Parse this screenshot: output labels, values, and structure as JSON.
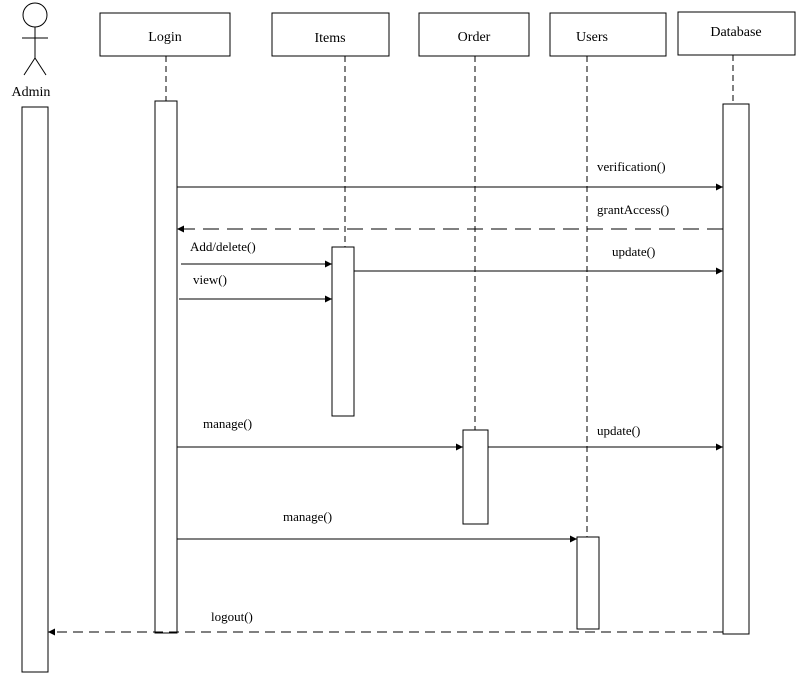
{
  "actor": {
    "name": "Admin"
  },
  "participants": [
    {
      "id": "login",
      "label": "Login"
    },
    {
      "id": "items",
      "label": "Items"
    },
    {
      "id": "order",
      "label": "Order"
    },
    {
      "id": "users",
      "label": "Users"
    },
    {
      "id": "database",
      "label": "Database"
    }
  ],
  "messages": [
    {
      "id": "verification",
      "label": "verification()",
      "from": "login",
      "to": "database",
      "style": "solid"
    },
    {
      "id": "grant_access",
      "label": "grantAccess()",
      "from": "database",
      "to": "login",
      "style": "dashed"
    },
    {
      "id": "add_delete",
      "label": "Add/delete()",
      "from": "login",
      "to": "items",
      "style": "solid"
    },
    {
      "id": "update_items",
      "label": "update()",
      "from": "items",
      "to": "database",
      "style": "solid"
    },
    {
      "id": "view",
      "label": "view()",
      "from": "login",
      "to": "items",
      "style": "solid"
    },
    {
      "id": "manage_order",
      "label": "manage()",
      "from": "login",
      "to": "order",
      "style": "solid"
    },
    {
      "id": "update_order",
      "label": "update()",
      "from": "order",
      "to": "database",
      "style": "solid"
    },
    {
      "id": "manage_users",
      "label": "manage()",
      "from": "login",
      "to": "users",
      "style": "solid"
    },
    {
      "id": "logout",
      "label": "logout()",
      "from": "database",
      "to": "admin",
      "style": "dashed"
    }
  ]
}
